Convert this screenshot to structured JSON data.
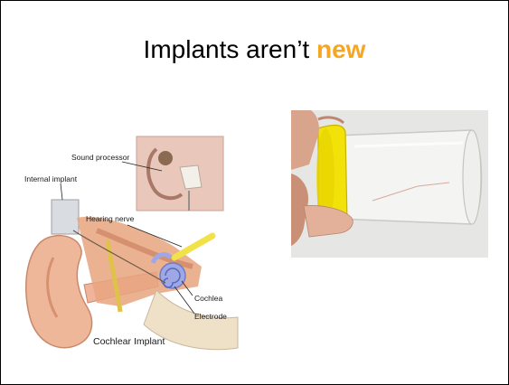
{
  "slide": {
    "title_prefix": "Implants aren’t ",
    "title_highlight": "new",
    "highlight_color": "#f5a623"
  },
  "diagram": {
    "labels": {
      "sound_processor": "Sound processor",
      "internal_implant": "Internal implant",
      "hearing_nerve": "Hearing nerve",
      "cochlea": "Cochlea",
      "electrode": "Electrode",
      "caption": "Cochlear Implant"
    }
  },
  "photo": {
    "subject": "hand holding a clear plastic cup with a yellow lid"
  }
}
